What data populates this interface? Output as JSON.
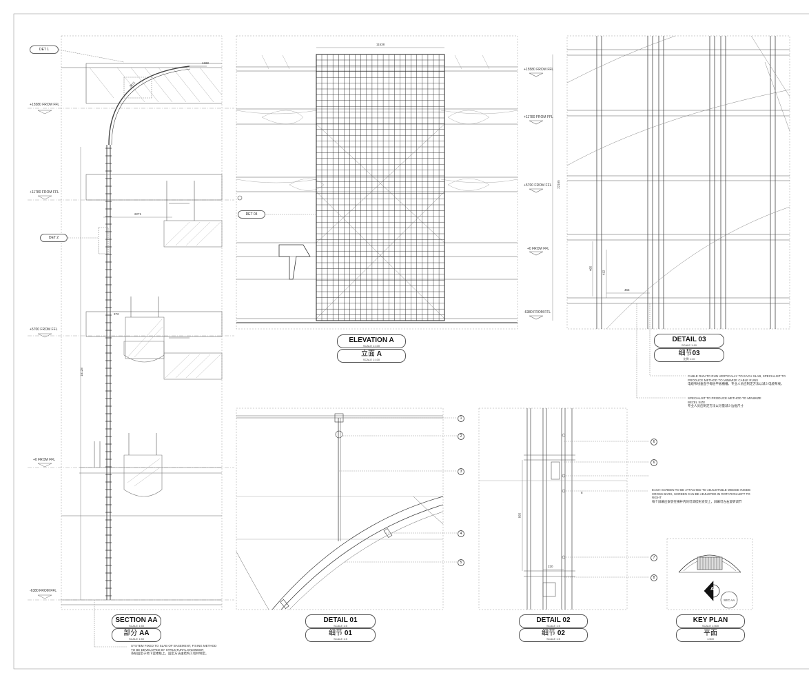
{
  "views": {
    "section_aa": {
      "title": "SECTION AA",
      "title_scale": "SCALE 1:50",
      "cn_title": "部分",
      "cn_code": "AA",
      "cn_scale": "SCALE 1:50"
    },
    "elevation_a": {
      "title": "ELEVATION A",
      "title_scale": "SCALE 1:100",
      "cn_title": "立面",
      "cn_code": "A",
      "cn_scale": "SCALE 1:100"
    },
    "detail_03": {
      "title": "DETAIL 03",
      "title_scale": "SCALE 1:10",
      "cn_title": "细节",
      "cn_code": "03",
      "cn_scale": "比例 1:10"
    },
    "detail_01": {
      "title": "DETAIL 01",
      "title_scale": "SCALE 1:5",
      "cn_title": "细节",
      "cn_code": "01",
      "cn_scale": "SCALE 1:5"
    },
    "detail_02": {
      "title": "DETAIL 02",
      "title_scale": "SCALE 1:5",
      "cn_title": "细节",
      "cn_code": "02",
      "cn_scale": "SCALE 1:5"
    },
    "key_plan": {
      "title": "KEY PLAN",
      "title_scale": "SCALE 1:500",
      "cn_title": "平面",
      "cn_scale": "1:500"
    }
  },
  "levels_left": [
    "+15580 FROM FFL",
    "+11780 FROM FFL",
    "+5700 FROM FFL",
    "+0 FROM FFL",
    "-6380 FROM FFL"
  ],
  "levels_right": [
    "+15580 FROM FFL",
    "+11780 FROM FFL",
    "+5700 FROM FFL",
    "+0 FROM FFL",
    "-6380 FROM FFL"
  ],
  "tags": {
    "det1": "DET 1",
    "det2": "DET 2",
    "det03": "DET 03"
  },
  "dimensions": {
    "elev_width": "11538",
    "elev_height": "22165",
    "sec_height": "16128",
    "sec_span": "2271",
    "arc_r": "3871",
    "top_dim": "1322",
    "rail_dim": "372",
    "d3_width": "465",
    "d3_h1": "412",
    "d3_h2": "465",
    "d2_height": "565",
    "d2_width": "220",
    "d2_small": "8"
  },
  "callouts": [
    "1",
    "2",
    "3",
    "4",
    "5",
    "6",
    "6",
    "7",
    "8"
  ],
  "notes": {
    "cable": {
      "en": "CABLE RUN TO RUN VERTICALLY TO EACH SLAB, SPECIALIST TO PRODUCE METHOD TO MINIMIZE CABLE RUNS",
      "cn": "电缆布线垂直于每层平板槽槽，专业人员应制定方法以减少电缆布线。"
    },
    "bezel": {
      "en": "SPECIALIST TO PRODUCE METHOD TO MINIMIZE BEZEL SIZE",
      "cn": "专业人员应制定方法以尽量减少边框尺寸"
    },
    "screen": {
      "en": "EACH SCREEN TO BE ATTACHED TO ADJUSTABLE WEDGE INSIDE CROSS BARS, SCREEN CAN BE ADJUSTED IN ROTATION LEFT TO RIGHT",
      "cn": "每个屏幕应安装在横杆内的可调楔形支架上，屏幕可左右旋转调节"
    },
    "basement": {
      "en": "SYSTEM FIXED TO SLAB OF BASEMENT, FIXING METHOD TO BE DEVELOPED BY STRUCTURAL ENGINEER",
      "cn": "系统固定于地下室楼板上，固定方法由结构工程师制定。"
    }
  },
  "key_plan_labels": {
    "marker": "A",
    "section": "SEC AA"
  }
}
